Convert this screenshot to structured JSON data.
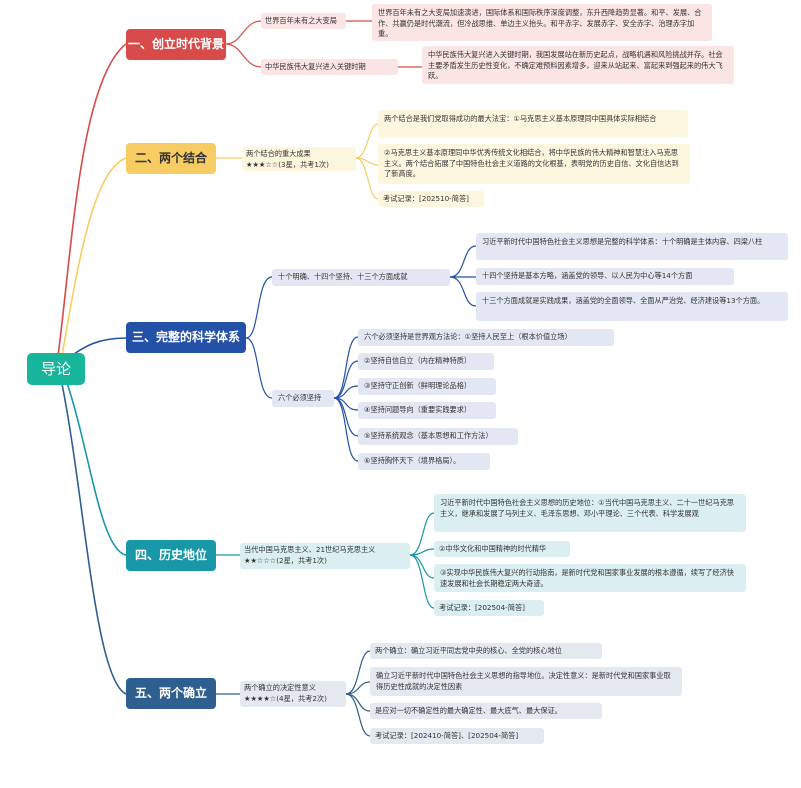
{
  "root": {
    "title": "导论"
  },
  "branches": [
    {
      "title": "一、创立时代背景",
      "children": [
        {
          "label": "世界百年未有之大变局",
          "detail": "世界百年未有之大变局加速演进，国际体系和国际秩序深度调整，东升西降趋势显著。和平、发展、合作、共赢仍是时代潮流，但冷战思维、单边主义抬头。和平赤字、发展赤字、安全赤字、治理赤字加重。"
        },
        {
          "label": "中华民族伟大复兴进入关键时期",
          "detail": "中华民族伟大复兴进入关键时期，我国发展站在新历史起点，战略机遇和风险挑战并存。社会主要矛盾发生历史性变化，不确定难预料因素增多，迎来从站起来、富起来到强起来的伟大飞跃。"
        }
      ]
    },
    {
      "title": "二、两个结合",
      "summary": "两个结合的重大成果",
      "rating": "★★★☆☆(3星，共考1次)",
      "items": [
        "两个结合是我们党取得成功的最大法宝：①马克思主义基本原理同中国具体实际相结合",
        "②马克思主义基本原理同中华优秀传统文化相结合，将中华民族的伟大精神和智慧注入马克思主义。两个结合拓展了中国特色社会主义道路的文化根基，表明党的历史自信、文化自信达到了新高度。",
        "考试记录：[202510-简答]"
      ]
    },
    {
      "title": "三、完整的科学体系",
      "subs": [
        {
          "label": "十个明确、十四个坚持、十三个方面成就",
          "items": [
            "习近平新时代中国特色社会主义思想是完整的科学体系：十个明确是主体内容、四梁八柱",
            "十四个坚持是基本方略，涵盖党的领导、以人民为中心等14个方面",
            "十三个方面成就是实践成果，涵盖党的全面领导、全面从严治党、经济建设等13个方面。"
          ]
        },
        {
          "label": "六个必须坚持",
          "items": [
            "六个必须坚持是世界观方法论：①坚持人民至上（根本价值立场）",
            "②坚持自信自立（内在精神特质）",
            "③坚持守正创新（鲜明理论品格）",
            "④坚持问题导向（重要实践要求）",
            "⑤坚持系统观念（基本思想和工作方法）",
            "⑥坚持胸怀天下（境界格局）。"
          ]
        }
      ]
    },
    {
      "title": "四、历史地位",
      "summary": "当代中国马克思主义、21世纪马克思主义",
      "rating": "★★☆☆☆(2星，共考1次)",
      "items": [
        "习近平新时代中国特色社会主义思想的历史地位：①当代中国马克思主义、二十一世纪马克思主义，继承和发展了马列主义、毛泽东思想、邓小平理论、三个代表、科学发展观",
        "②中华文化和中国精神的时代精华",
        "③实现中华民族伟大复兴的行动指南，是新时代党和国家事业发展的根本遵循，续写了经济快速发展和社会长期稳定两大奇迹。",
        "考试记录：[202504-简答]"
      ]
    },
    {
      "title": "五、两个确立",
      "summary": "两个确立的决定性意义",
      "rating": "★★★★☆(4星，共考2次)",
      "items": [
        "两个确立：确立习近平同志党中央的核心、全党的核心地位",
        "确立习近平新时代中国特色社会主义思想的指导地位。决定性意义：是新时代党和国家事业取得历史性成就的决定性因素",
        "是应对一切不确定性的最大确定性、最大底气、最大保证。",
        "考试记录：[202410-简答]、[202504-简答]"
      ]
    }
  ],
  "colors": {
    "root": "#17b59a",
    "branch1": "#d94a4a",
    "branch2": "#f7cc63",
    "branch3": "#2451a8",
    "branch4": "#1797a8",
    "branch5": "#2f5f8f"
  }
}
